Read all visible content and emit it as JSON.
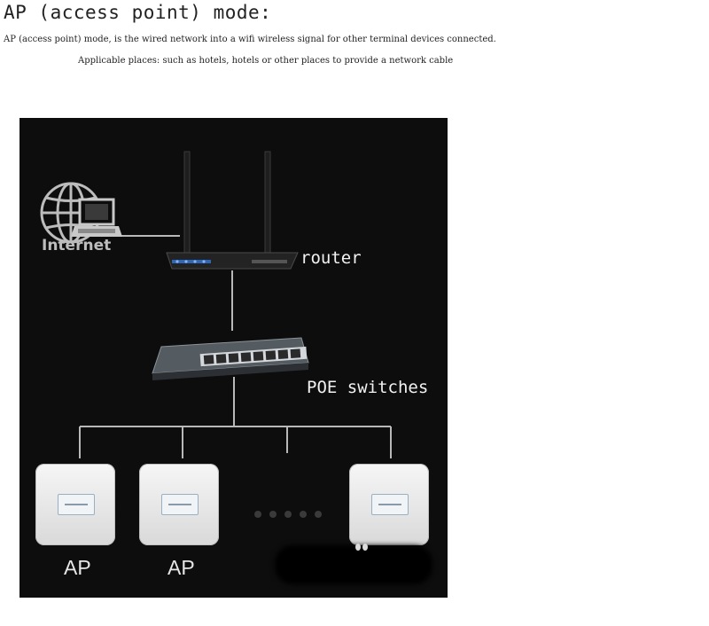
{
  "header": {
    "title": "AP (access point) mode:",
    "description": "AP (access point) mode, is the wired network into a wifi wireless signal for other terminal devices connected.",
    "places": "Applicable places: such as hotels, hotels or other places to provide a network cable"
  },
  "diagram": {
    "internet_label": "Internet",
    "router_label": "router",
    "switch_label": "POE switches",
    "ap_labels": [
      "AP",
      "AP"
    ],
    "background_color": "#0d0d0d",
    "line_color": "#b8b8b8",
    "icons": [
      "globe-icon",
      "laptop-icon",
      "router-icon",
      "poe-switch-icon",
      "access-point-icon"
    ]
  }
}
